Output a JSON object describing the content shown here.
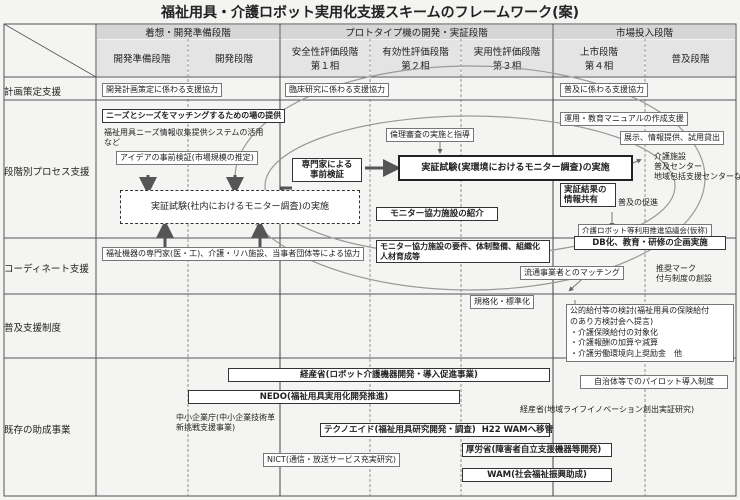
{
  "title": "福祉用具・介護ロボット実用化支援スキームのフレームワーク(案)",
  "phases": {
    "p1": "着想・開発準備段階",
    "p2": "プロトタイプ機の開発・実証段階",
    "p3": "市場投入段階"
  },
  "stages": {
    "s1": "開発準備段階",
    "s2": "開発段階",
    "s3a": "安全性評価段階",
    "s3b": "第１相",
    "s4a": "有効性評価段階",
    "s4b": "第２相",
    "s5a": "実用性評価段階",
    "s5b": "第３相",
    "s6a": "上市段階",
    "s6b": "第４相",
    "s7": "普及段階"
  },
  "rows": {
    "r1": "計画策定支援",
    "r2": "段階別プロセス支援",
    "r3": "コーディネート支援",
    "r4": "普及支援制度",
    "r5": "既存の助成事業"
  },
  "plan": {
    "a": "開発計画策定に係わる支援協力",
    "b": "臨床研究に係わる支援協力",
    "c": "普及に係わる支援協力"
  },
  "process": {
    "needs": "ニーズとシーズをマッチングするための場の提供",
    "needs_sub1": "福祉用具ニーズ情報収集提供システムの活用",
    "needs_sub2": "など",
    "idea": "アイデアの事前検証(市場規模の推定)",
    "test_internal": "実証試験(社内におけるモニター調査)の実施",
    "expert1": "専門家による",
    "expert2": "事前検証",
    "ethics": "倫理審査の実施と指導",
    "test_field": "実証試験(実環境におけるモニター調査)の実施",
    "monitor_intro": "モニター協力施設の紹介",
    "result1": "実証結果の",
    "result2": "情報共有",
    "manual": "運用・教育マニュアルの作成支援",
    "exhibit": "展示、情報提供、試用貸出",
    "care1": "介護施設",
    "care2": "普及センター",
    "care3": "地域包括支援センターなど",
    "promote": "普及の促進",
    "council": "介護ロボット等利用推進協議会(仮称)"
  },
  "coord": {
    "experts": "福祉機器の専門家(医・工)、介護・リハ施設、当事者団体等による協力",
    "monitor_req1": "モニター協力施設の要件、体制整備、組織化",
    "monitor_req2": "人材育成等",
    "db": "DB化、教育・研修の企画実施",
    "dist": "流通事業者とのマッチング",
    "rec1": "推奨マーク",
    "rec2": "付与制度の創設",
    "std": "規格化・標準化"
  },
  "support": {
    "line1": "公的給付等の検討(福祉用具の保険給付",
    "line2": "のあり方検討会へ提言)",
    "line3": "・介護保険給付の対象化",
    "line4": "・介護報酬の加算や減算",
    "line5": "・介護労働環境向上奨励金　他"
  },
  "grants": {
    "meti": "経産省(ロボット介護機器開発・導入促進事業)",
    "nedo": "NEDO(福祉用具実用化開発推進)",
    "sme1": "中小企業庁(中小企業技術革",
    "sme2": "新挑戦支援事業)",
    "technoaid": "テクノエイド(福祉用具研究開発・調査)",
    "wam_move": "H22 WAMへ移管",
    "nict": "NICT(通信・放送サービス充実研究)",
    "mhlw": "厚労省(障害者自立支援機器等開発)",
    "wam": "WAM(社会福祉振興助成)",
    "local": "自治体等でのパイロット導入制度",
    "meti_local": "経産省(地域ライフイノベーション創出実証研究)"
  }
}
